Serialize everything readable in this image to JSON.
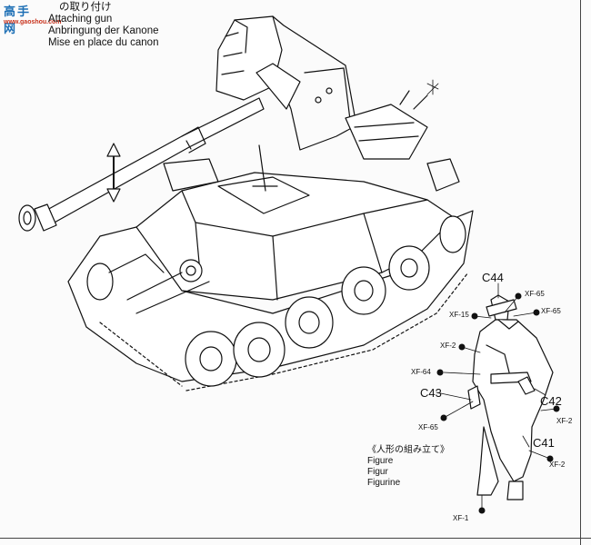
{
  "logo": {
    "line1": "高手网",
    "line2": "www.gaoshou.com"
  },
  "header": {
    "title_jp": "の取り付け",
    "title_en": "Attaching gun",
    "title_de": "Anbringung der Kanone",
    "title_fr": "Mise en place du canon"
  },
  "figure_caption": {
    "jp": "《人形の組み立て》",
    "en": "Figure",
    "de": "Figur",
    "fr": "Figurine"
  },
  "parts": {
    "c44": "C44",
    "c43": "C43",
    "c42": "C42",
    "c41": "C41"
  },
  "paints": {
    "xf65_top": "XF-65",
    "xf15": "XF-15",
    "xf65_right": "XF-65",
    "xf2_upper": "XF-2",
    "xf64": "XF-64",
    "xf65_lower": "XF-65",
    "xf2_right": "XF-2",
    "xf2_bottom": "XF-2",
    "xf1": "XF-1"
  },
  "colors": {
    "ink": "#111111",
    "paper": "#fbfbfb",
    "logo_blue": "#1d6fb5",
    "logo_red": "#c8321c"
  }
}
